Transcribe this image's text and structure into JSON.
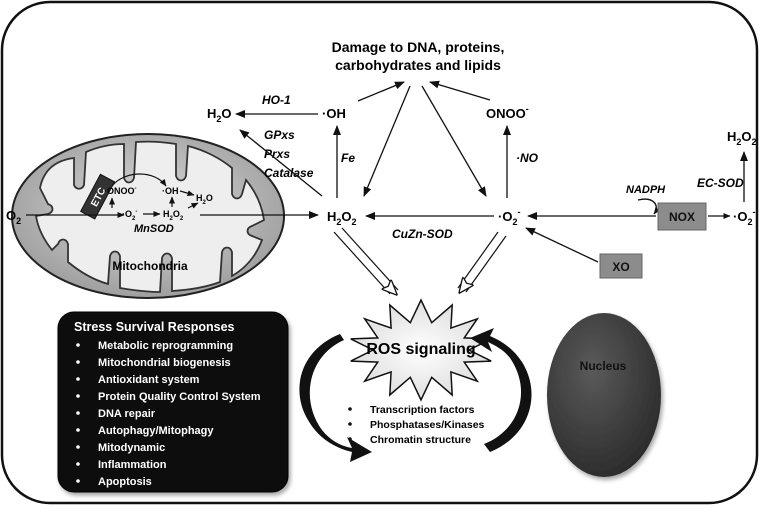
{
  "top_label": {
    "line1": "Damage to DNA, proteins,",
    "line2": "carbohydrates and lipids"
  },
  "species": {
    "oh": "·OH",
    "onoo": "ONOO",
    "onoo_sup": "-",
    "h2o_left_h": "H",
    "h2o_left_sub": "2",
    "h2o_left_o": "O",
    "h2o2_main_h": "H",
    "h2o2_main_sub1": "2",
    "h2o2_main_o": "O",
    "h2o2_main_sub2": "2",
    "o2_main": "·O",
    "o2_main_sub": "2",
    "o2_main_sup": "-",
    "o2_left": "O",
    "o2_left_sub": "2",
    "h2o2_right_h": "H",
    "h2o2_right_sub1": "2",
    "h2o2_right_o": "O",
    "h2o2_right_sub2": "2",
    "o2_right": "·O",
    "o2_right_sub": "2",
    "o2_right_sup": "-"
  },
  "enzymes": {
    "ho1": "HO-1",
    "gpxs": "GPxs",
    "prxs": "Prxs",
    "catalase": "Catalase",
    "fe": "Fe",
    "no": "·NO",
    "cuzn_sod": "CuZn-SOD",
    "nadph": "NADPH",
    "ec_sod": "EC-SOD",
    "mnsod": "MnSOD"
  },
  "boxes": {
    "nox": "NOX",
    "xo": "XO"
  },
  "mito": {
    "label": "Mitochondria",
    "etc": "ETC",
    "onoo": "·ONOO",
    "oh": "·OH",
    "o2": "·O",
    "h2o2": "H",
    "h2o": "H"
  },
  "stress": {
    "title": "Stress Survival Responses",
    "items": [
      "Metabolic reprogramming",
      "Mitochondrial biogenesis",
      "Antioxidant system",
      "Protein Quality Control System",
      "DNA repair",
      "Autophagy/Mitophagy",
      "Mitodynamic",
      "Inflammation",
      "Apoptosis"
    ]
  },
  "ros": {
    "label": "ROS signaling",
    "items": [
      "Transcription factors",
      "Phosphatases/Kinases",
      "Chromatin structure"
    ]
  },
  "nucleus": {
    "label": "Nucleus"
  }
}
